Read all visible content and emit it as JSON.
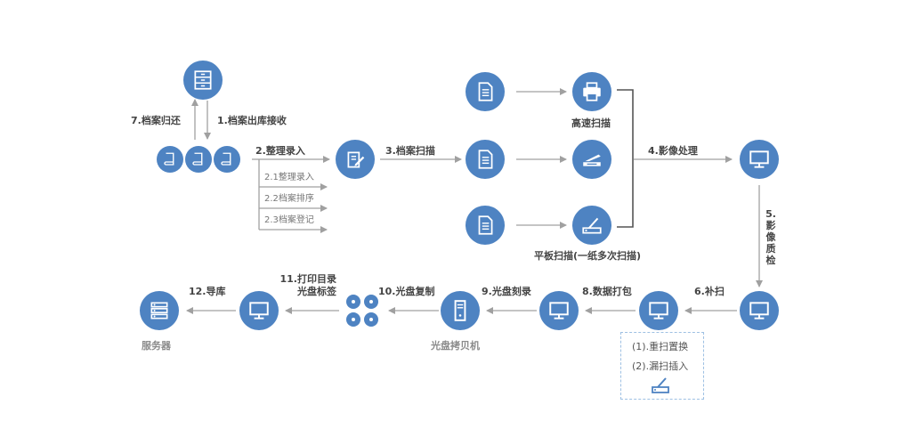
{
  "labels": {
    "step1": "1.档案出库接收",
    "step7": "7.档案归还",
    "step2": "2.整理录入",
    "step2_1": "2.1整理录入",
    "step2_2": "2.2档案排序",
    "step2_3": "2.3档案登记",
    "step3": "3.档案扫描",
    "high_speed_scan": "高速扫描",
    "step4": "4.影像处理",
    "flatbed_scan": "平板扫描(一纸多次扫描)",
    "step5": [
      "5.",
      "影",
      "像",
      "质",
      "检"
    ],
    "step6": "6.补扫",
    "rescan_1": "(1).重扫置换",
    "rescan_2": "(2).漏扫插入",
    "step8": "8.数据打包",
    "step9": "9.光盘刻录",
    "step10": "10.光盘复制",
    "disc_copier": "光盘拷贝机",
    "step11_line1": "11.打印目录",
    "step11_line2": "光盘标签",
    "step12": "12.导库",
    "server": "服务器"
  },
  "colors": {
    "node_fill": "#4e83c2",
    "arrow": "#a0a0a0",
    "bracket": "#555555",
    "dashed_box": "#9ec0e3"
  },
  "icons": {
    "cabinet": "file-cabinet-icon",
    "books": "book-icon",
    "organize": "document-pen-icon",
    "document": "document-icon",
    "printer": "printer-icon",
    "scanner": "flatbed-scanner-icon",
    "handheld": "handheld-scanner-icon",
    "monitor": "monitor-icon",
    "tower": "computer-tower-icon",
    "server": "server-rack-icon",
    "discs": "disc-icon"
  }
}
